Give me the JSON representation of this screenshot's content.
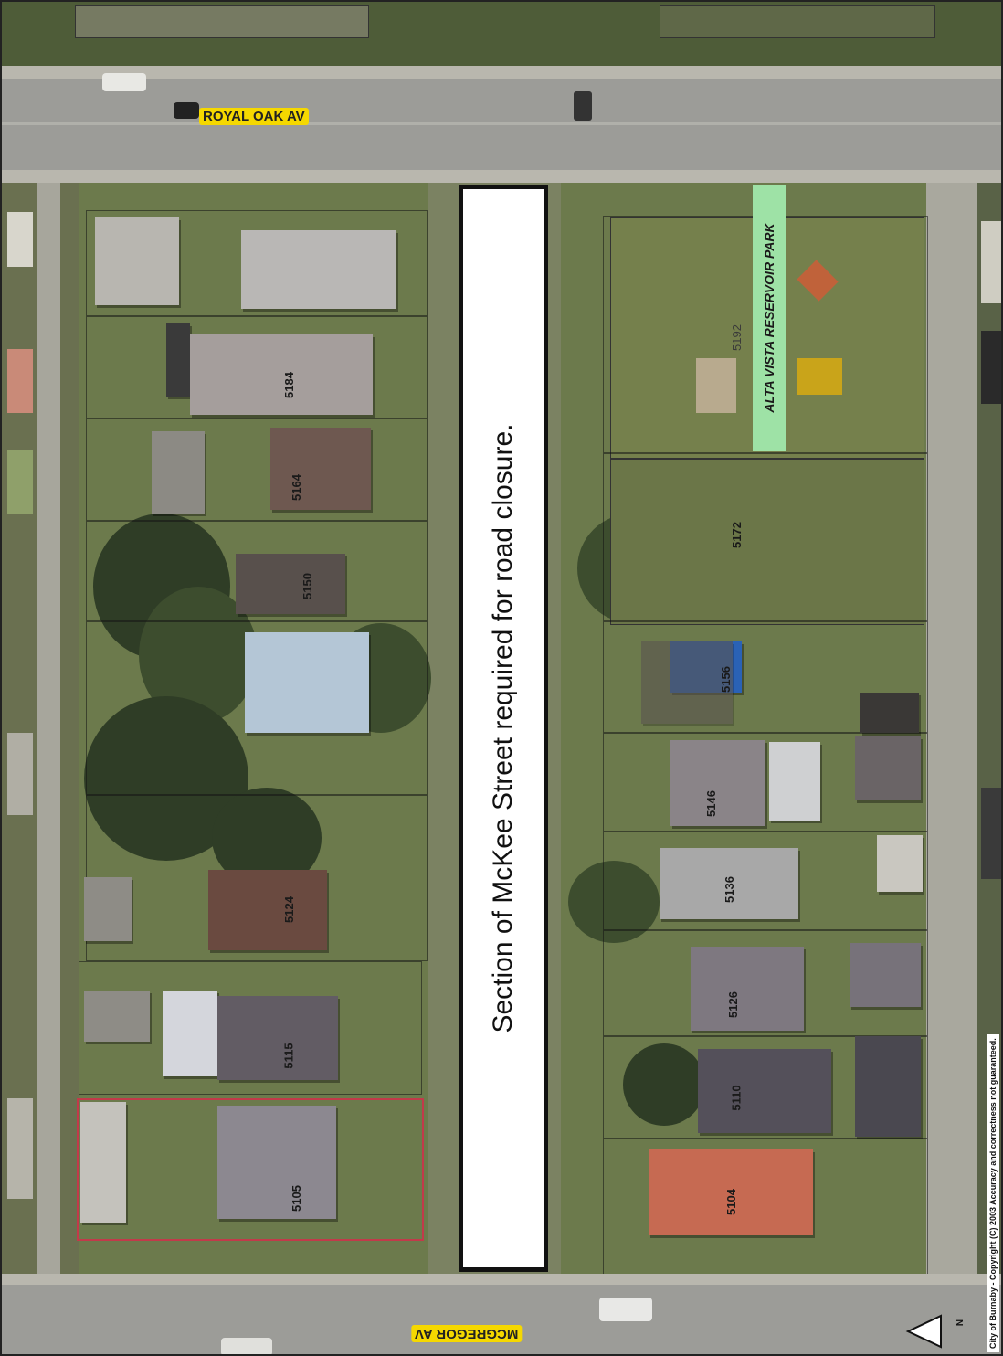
{
  "map": {
    "closure_label": "Section of McKee Street required for road closure.",
    "park_label": "ALTA VISTA RESERVOIR PARK",
    "copyright": "City of Burnaby - Copyright (C) 2003   Accuracy and correctness not guaranteed.",
    "north_label": "N",
    "icons": [
      "north-arrow-icon"
    ],
    "colors": {
      "street_label_bg": "#f5d800",
      "park_label_bg": "#9ee2a6",
      "selected_lot_border": "#c23a4a"
    }
  },
  "streets": {
    "royal_oak": "ROYAL OAK AV",
    "mcgregor": "MCGREGOR AV"
  },
  "lots": {
    "north_side": [
      {
        "address": "5184"
      },
      {
        "address": "5164"
      },
      {
        "address": "5150"
      },
      {
        "address": "5124"
      },
      {
        "address": "5115"
      },
      {
        "address": "5105"
      }
    ],
    "south_side": [
      {
        "address": "5192"
      },
      {
        "address": "5172"
      },
      {
        "address": "5156"
      },
      {
        "address": "5146"
      },
      {
        "address": "5136"
      },
      {
        "address": "5126"
      },
      {
        "address": "5110"
      },
      {
        "address": "5104"
      }
    ]
  }
}
